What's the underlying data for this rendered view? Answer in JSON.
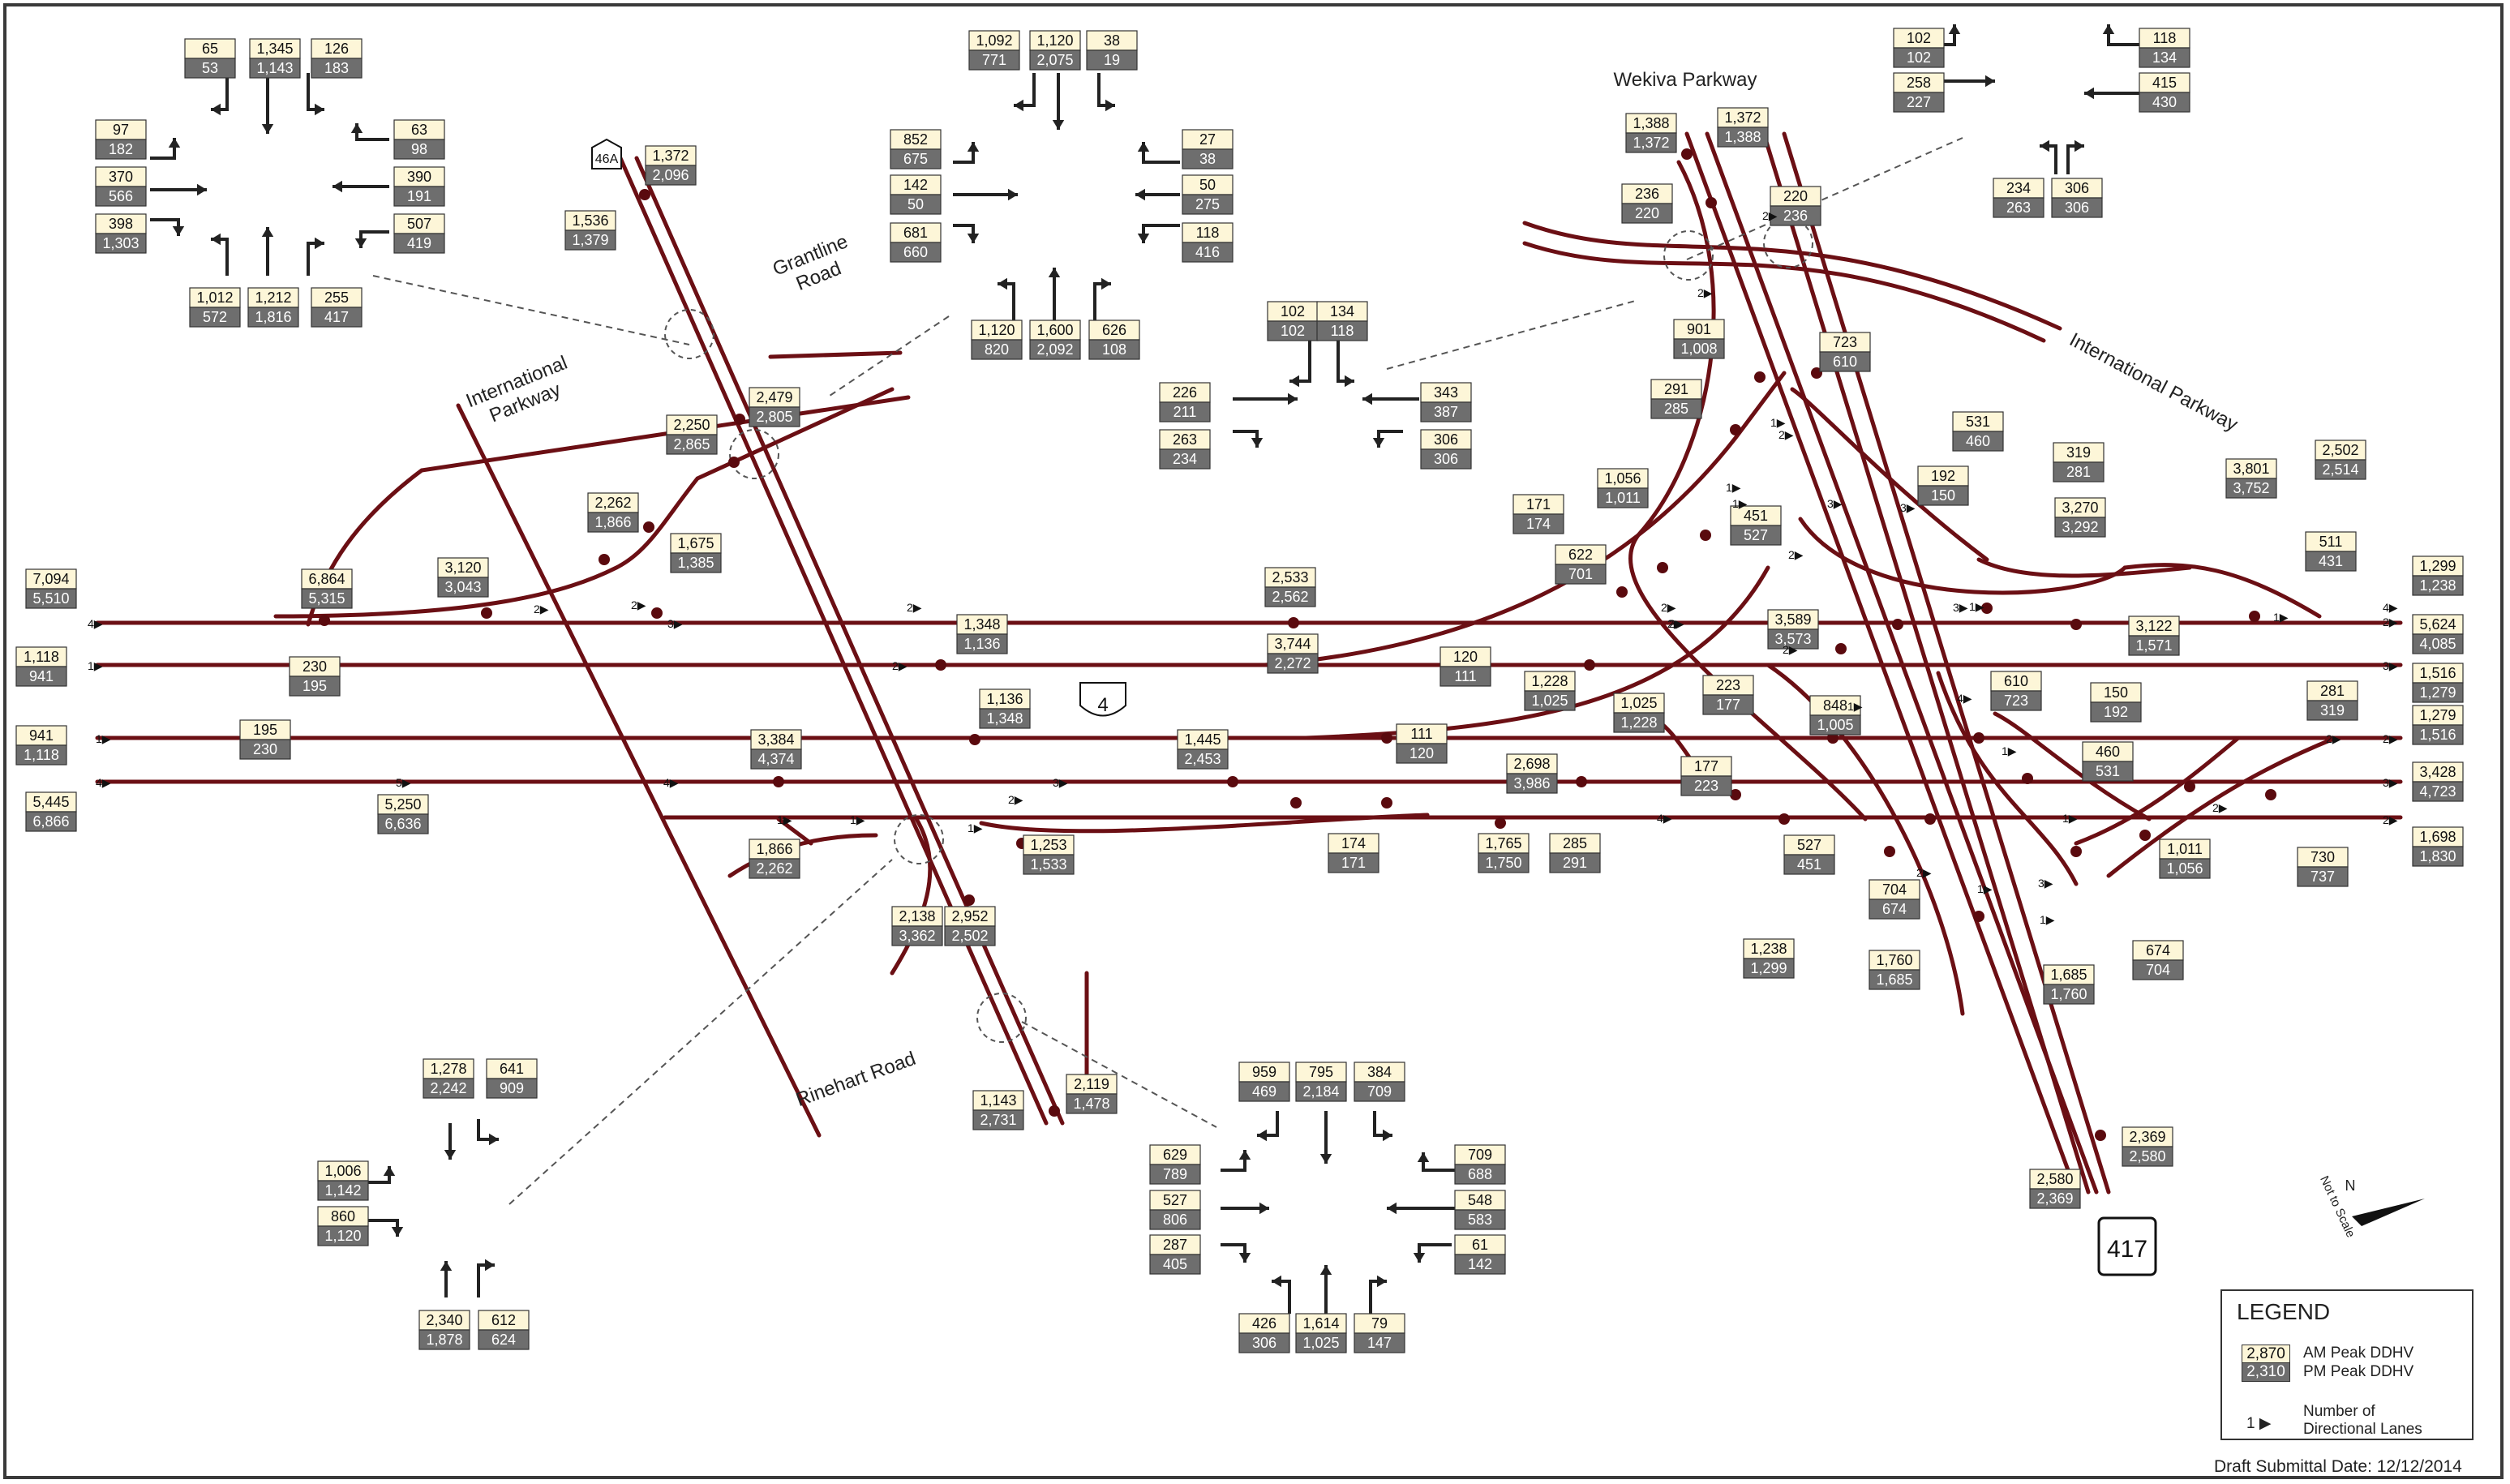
{
  "roads": {
    "sr46a": "46A",
    "grantline": [
      "Grantline",
      "Road"
    ],
    "international_w": [
      "International",
      "Parkway"
    ],
    "rinehart": "Rinehart Road",
    "wekiva": "Wekiva Parkway",
    "international_e": "International Parkway",
    "i4": "4",
    "sr417": "417",
    "north_note": "Not to Scale",
    "north_n": "N"
  },
  "legend": {
    "title": "LEGEND",
    "sample_am": "2,870",
    "sample_pm": "2,310",
    "am_label": "AM Peak DDHV",
    "pm_label": "PM Peak DDHV",
    "lanes_label_1": "Number of",
    "lanes_label_2": "Directional Lanes",
    "lanes_sample": "1"
  },
  "date": "Draft Submittal Date: 12/12/2014",
  "colors": {
    "road": "#6b0f14",
    "node": "#5a0a0e",
    "am_box": "#fdf6d8",
    "pm_box": "#6e6e6e",
    "arrow": "#222222"
  },
  "volumes": [
    {
      "id": "v1",
      "am": "65",
      "pm": "53"
    },
    {
      "id": "v2",
      "am": "1,345",
      "pm": "1,143"
    },
    {
      "id": "v3",
      "am": "126",
      "pm": "183"
    },
    {
      "id": "v4",
      "am": "97",
      "pm": "182"
    },
    {
      "id": "v5",
      "am": "370",
      "pm": "566"
    },
    {
      "id": "v6",
      "am": "398",
      "pm": "1,303"
    },
    {
      "id": "v7",
      "am": "63",
      "pm": "98"
    },
    {
      "id": "v8",
      "am": "390",
      "pm": "191"
    },
    {
      "id": "v9",
      "am": "507",
      "pm": "419"
    },
    {
      "id": "v10",
      "am": "1,012",
      "pm": "572"
    },
    {
      "id": "v11",
      "am": "1,212",
      "pm": "1,816"
    },
    {
      "id": "v12",
      "am": "255",
      "pm": "417"
    },
    {
      "id": "v13",
      "am": "1,092",
      "pm": "771"
    },
    {
      "id": "v14",
      "am": "1,120",
      "pm": "2,075"
    },
    {
      "id": "v15",
      "am": "38",
      "pm": "19"
    },
    {
      "id": "v16",
      "am": "852",
      "pm": "675"
    },
    {
      "id": "v17",
      "am": "142",
      "pm": "50"
    },
    {
      "id": "v18",
      "am": "681",
      "pm": "660"
    },
    {
      "id": "v19",
      "am": "27",
      "pm": "38"
    },
    {
      "id": "v20",
      "am": "50",
      "pm": "275"
    },
    {
      "id": "v21",
      "am": "118",
      "pm": "416"
    },
    {
      "id": "v22",
      "am": "1,120",
      "pm": "820"
    },
    {
      "id": "v23",
      "am": "1,600",
      "pm": "2,092"
    },
    {
      "id": "v24",
      "am": "626",
      "pm": "108"
    },
    {
      "id": "v25",
      "am": "102",
      "pm": "102"
    },
    {
      "id": "v26",
      "am": "134",
      "pm": "118"
    },
    {
      "id": "v27",
      "am": "226",
      "pm": "211"
    },
    {
      "id": "v28",
      "am": "263",
      "pm": "234"
    },
    {
      "id": "v29",
      "am": "343",
      "pm": "387"
    },
    {
      "id": "v30",
      "am": "306",
      "pm": "306"
    },
    {
      "id": "v31",
      "am": "102",
      "pm": "102"
    },
    {
      "id": "v32",
      "am": "258",
      "pm": "227"
    },
    {
      "id": "v33",
      "am": "118",
      "pm": "134"
    },
    {
      "id": "v34",
      "am": "415",
      "pm": "430"
    },
    {
      "id": "v35",
      "am": "234",
      "pm": "263"
    },
    {
      "id": "v36",
      "am": "306",
      "pm": "306"
    },
    {
      "id": "v37",
      "am": "1,372",
      "pm": "2,096"
    },
    {
      "id": "v38",
      "am": "1,536",
      "pm": "1,379"
    },
    {
      "id": "v39",
      "am": "2,479",
      "pm": "2,805"
    },
    {
      "id": "v40",
      "am": "2,250",
      "pm": "2,865"
    },
    {
      "id": "v41",
      "am": "2,262",
      "pm": "1,866"
    },
    {
      "id": "v42",
      "am": "1,675",
      "pm": "1,385"
    },
    {
      "id": "v43",
      "am": "3,120",
      "pm": "3,043"
    },
    {
      "id": "v44",
      "am": "6,864",
      "pm": "5,315"
    },
    {
      "id": "v45",
      "am": "7,094",
      "pm": "5,510"
    },
    {
      "id": "v46",
      "am": "1,118",
      "pm": "941"
    },
    {
      "id": "v47",
      "am": "230",
      "pm": "195"
    },
    {
      "id": "v48",
      "am": "941",
      "pm": "1,118"
    },
    {
      "id": "v49",
      "am": "195",
      "pm": "230"
    },
    {
      "id": "v50",
      "am": "5,445",
      "pm": "6,866"
    },
    {
      "id": "v51",
      "am": "5,250",
      "pm": "6,636"
    },
    {
      "id": "v52",
      "am": "1,348",
      "pm": "1,136"
    },
    {
      "id": "v53",
      "am": "2,533",
      "pm": "2,562"
    },
    {
      "id": "v54",
      "am": "3,744",
      "pm": "2,272"
    },
    {
      "id": "v55",
      "am": "1,136",
      "pm": "1,348"
    },
    {
      "id": "v56",
      "am": "3,384",
      "pm": "4,374"
    },
    {
      "id": "v57",
      "am": "1,445",
      "pm": "2,453"
    },
    {
      "id": "v58",
      "am": "1,866",
      "pm": "2,262"
    },
    {
      "id": "v59",
      "am": "1,253",
      "pm": "1,533"
    },
    {
      "id": "v60",
      "am": "2,138",
      "pm": "3,362"
    },
    {
      "id": "v61",
      "am": "2,952",
      "pm": "2,502"
    },
    {
      "id": "v62",
      "am": "1,143",
      "pm": "2,731"
    },
    {
      "id": "v63",
      "am": "2,119",
      "pm": "1,478"
    },
    {
      "id": "v64",
      "am": "1,278",
      "pm": "2,242"
    },
    {
      "id": "v65",
      "am": "641",
      "pm": "909"
    },
    {
      "id": "v66",
      "am": "1,006",
      "pm": "1,142"
    },
    {
      "id": "v67",
      "am": "860",
      "pm": "1,120"
    },
    {
      "id": "v68",
      "am": "2,340",
      "pm": "1,878"
    },
    {
      "id": "v69",
      "am": "612",
      "pm": "624"
    },
    {
      "id": "v70",
      "am": "959",
      "pm": "469"
    },
    {
      "id": "v71",
      "am": "795",
      "pm": "2,184"
    },
    {
      "id": "v72",
      "am": "384",
      "pm": "709"
    },
    {
      "id": "v73",
      "am": "629",
      "pm": "789"
    },
    {
      "id": "v74",
      "am": "527",
      "pm": "806"
    },
    {
      "id": "v75",
      "am": "287",
      "pm": "405"
    },
    {
      "id": "v76",
      "am": "709",
      "pm": "688"
    },
    {
      "id": "v77",
      "am": "548",
      "pm": "583"
    },
    {
      "id": "v78",
      "am": "61",
      "pm": "142"
    },
    {
      "id": "v79",
      "am": "426",
      "pm": "306"
    },
    {
      "id": "v80",
      "am": "1,614",
      "pm": "1,025"
    },
    {
      "id": "v81",
      "am": "79",
      "pm": "147"
    },
    {
      "id": "v82",
      "am": "1,388",
      "pm": "1,372"
    },
    {
      "id": "v83",
      "am": "1,372",
      "pm": "1,388"
    },
    {
      "id": "v84",
      "am": "236",
      "pm": "220"
    },
    {
      "id": "v85",
      "am": "220",
      "pm": "236"
    },
    {
      "id": "v86",
      "am": "901",
      "pm": "1,008"
    },
    {
      "id": "v87",
      "am": "723",
      "pm": "610"
    },
    {
      "id": "v88",
      "am": "291",
      "pm": "285"
    },
    {
      "id": "v89",
      "am": "1,056",
      "pm": "1,011"
    },
    {
      "id": "v90",
      "am": "171",
      "pm": "174"
    },
    {
      "id": "v91",
      "am": "451",
      "pm": "527"
    },
    {
      "id": "v92",
      "am": "622",
      "pm": "701"
    },
    {
      "id": "v93",
      "am": "531",
      "pm": "460"
    },
    {
      "id": "v94",
      "am": "192",
      "pm": "150"
    },
    {
      "id": "v95",
      "am": "319",
      "pm": "281"
    },
    {
      "id": "v96",
      "am": "3,270",
      "pm": "3,292"
    },
    {
      "id": "v97",
      "am": "3,801",
      "pm": "3,752"
    },
    {
      "id": "v98",
      "am": "2,502",
      "pm": "2,514"
    },
    {
      "id": "v99",
      "am": "511",
      "pm": "431"
    },
    {
      "id": "v100",
      "am": "1,299",
      "pm": "1,238"
    },
    {
      "id": "v101",
      "am": "5,624",
      "pm": "4,085"
    },
    {
      "id": "v102",
      "am": "3,589",
      "pm": "3,573"
    },
    {
      "id": "v103",
      "am": "3,122",
      "pm": "1,571"
    },
    {
      "id": "v104",
      "am": "120",
      "pm": "111"
    },
    {
      "id": "v105",
      "am": "1,228",
      "pm": "1,025"
    },
    {
      "id": "v106",
      "am": "223",
      "pm": "177"
    },
    {
      "id": "v107",
      "am": "848",
      "pm": "1,005"
    },
    {
      "id": "v108",
      "am": "1,025",
      "pm": "1,228"
    },
    {
      "id": "v109",
      "am": "111",
      "pm": "120"
    },
    {
      "id": "v110",
      "am": "2,698",
      "pm": "3,986"
    },
    {
      "id": "v111",
      "am": "177",
      "pm": "223"
    },
    {
      "id": "v112",
      "am": "610",
      "pm": "723"
    },
    {
      "id": "v113",
      "am": "150",
      "pm": "192"
    },
    {
      "id": "v114",
      "am": "460",
      "pm": "531"
    },
    {
      "id": "v115",
      "am": "281",
      "pm": "319"
    },
    {
      "id": "v116",
      "am": "1,516",
      "pm": "1,279"
    },
    {
      "id": "v117",
      "am": "1,279",
      "pm": "1,516"
    },
    {
      "id": "v118",
      "am": "3,428",
      "pm": "4,723"
    },
    {
      "id": "v119",
      "am": "1,698",
      "pm": "1,830"
    },
    {
      "id": "v120",
      "am": "174",
      "pm": "171"
    },
    {
      "id": "v121",
      "am": "1,765",
      "pm": "1,750"
    },
    {
      "id": "v122",
      "am": "285",
      "pm": "291"
    },
    {
      "id": "v123",
      "am": "527",
      "pm": "451"
    },
    {
      "id": "v124",
      "am": "704",
      "pm": "674"
    },
    {
      "id": "v125",
      "am": "1,238",
      "pm": "1,299"
    },
    {
      "id": "v126",
      "am": "1,760",
      "pm": "1,685"
    },
    {
      "id": "v127",
      "am": "1,685",
      "pm": "1,760"
    },
    {
      "id": "v128",
      "am": "674",
      "pm": "704"
    },
    {
      "id": "v129",
      "am": "1,011",
      "pm": "1,056"
    },
    {
      "id": "v130",
      "am": "730",
      "pm": "737"
    },
    {
      "id": "v131",
      "am": "2,580",
      "pm": "2,369"
    },
    {
      "id": "v132",
      "am": "2,369",
      "pm": "2,580"
    }
  ],
  "lane_marks": [
    "4",
    "1",
    "1",
    "4",
    "2",
    "2",
    "3",
    "2",
    "5",
    "4",
    "3",
    "2",
    "1",
    "2",
    "2",
    "2",
    "3",
    "1",
    "1",
    "4",
    "2",
    "3",
    "2",
    "3",
    "2",
    "4",
    "1",
    "1",
    "2",
    "2",
    "2",
    "1",
    "3",
    "1",
    "3",
    "2",
    "2",
    "2",
    "1",
    "2",
    "3",
    "1",
    "1",
    "4",
    "2",
    "2",
    "1",
    "1",
    "1"
  ]
}
